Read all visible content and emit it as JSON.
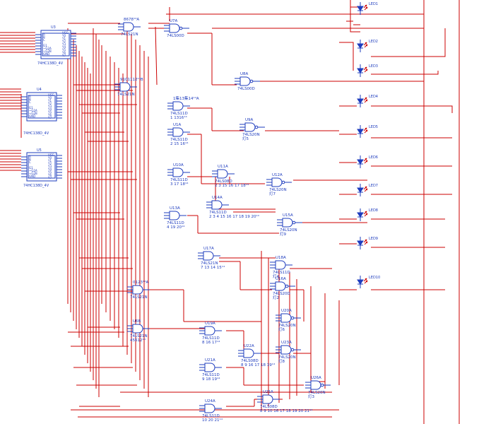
{
  "decoders": [
    {
      "ref": "U3",
      "part": "74HC138D_4V"
    },
    {
      "ref": "U4",
      "part": "74HC138D_4V"
    },
    {
      "ref": "U5",
      "part": "74HC138D_4V"
    }
  ],
  "decoder_pins": {
    "left": [
      "A",
      "B",
      "C",
      "",
      "G1",
      "~G2A",
      "~G2B",
      "GND"
    ],
    "right": [
      "VCC",
      "Y0",
      "Y1",
      "Y2",
      "Y3",
      "Y4",
      "Y5",
      "Y6",
      "Y7"
    ]
  },
  "gates": [
    {
      "ref": "8678¹⁴A",
      "part": "74LS21N",
      "note": ""
    },
    {
      "ref": "U7A",
      "part": "74LS00D",
      "note": ""
    },
    {
      "ref": "9101112¹⁴B",
      "part": "74LS21N",
      "note": ""
    },
    {
      "ref": "U8A",
      "part": "74LS00D",
      "note": ""
    },
    {
      "ref": "1集13集14¹⁴A",
      "part": "74LS11D",
      "note": "1 1316¹⁴"
    },
    {
      "ref": "U9A",
      "part": "74LS20N",
      "note": "灯5"
    },
    {
      "ref": "U1A",
      "part": "74LS11D",
      "note": "2 15 16¹⁴"
    },
    {
      "ref": "U10A",
      "part": "74LS11D",
      "note": "3 17 18¹⁴"
    },
    {
      "ref": "U11A",
      "part": "74LS08D",
      "note": "2 3 15 16 17 18¹⁴"
    },
    {
      "ref": "U12A",
      "part": "74LS20N",
      "note": "灯7"
    },
    {
      "ref": "U13A",
      "part": "74LS11D",
      "note": "4 19 20¹⁴"
    },
    {
      "ref": "U14A",
      "part": "74LS11D",
      "note": "2 3 4 15 16 17 18 19 20¹⁴"
    },
    {
      "ref": "U15A",
      "part": "74LS20N",
      "note": "灯9"
    },
    {
      "ref": "U17A",
      "part": "74LS21N",
      "note": "7 13 14 15¹⁴"
    },
    {
      "ref": "U18A",
      "part": "74LS11D",
      "note": "灯4"
    },
    {
      "ref": "U16A",
      "part": "74LS20D",
      "note": "灯2"
    },
    {
      "ref": "0123¹⁴A",
      "part": "74LS21N",
      "note": ""
    },
    {
      "ref": "U20A",
      "part": "74LS20N",
      "note": "灯6"
    },
    {
      "ref": "U6B",
      "part": "74LS21N",
      "note": "45612¹⁴"
    },
    {
      "ref": "U19A",
      "part": "74LS11D",
      "note": "8 16 17¹⁴"
    },
    {
      "ref": "U22A",
      "part": "74LS08D",
      "note": "8 9 16 17 18 19¹⁴"
    },
    {
      "ref": "U23A",
      "part": "74LS20N",
      "note": "灯8"
    },
    {
      "ref": "U21A",
      "part": "74LS11D",
      "note": "9 18 19¹⁴"
    },
    {
      "ref": "U26A",
      "part": "74LS20N",
      "note": "灯3"
    },
    {
      "ref": "U25A",
      "part": "74LS08D",
      "note": "8 9 10 16 17 18 19 20 21¹⁴"
    },
    {
      "ref": "U24A",
      "part": "74LS11D",
      "note": "10 20 21¹⁴"
    }
  ],
  "leds": [
    "LED1",
    "LED2",
    "LED3",
    "LED4",
    "LED5",
    "LED6",
    "LED7",
    "LED8",
    "LED9",
    "LED10"
  ],
  "colors": {
    "wire": "#cc0000",
    "component": "#1e3cbe",
    "background": "#ffffff"
  }
}
